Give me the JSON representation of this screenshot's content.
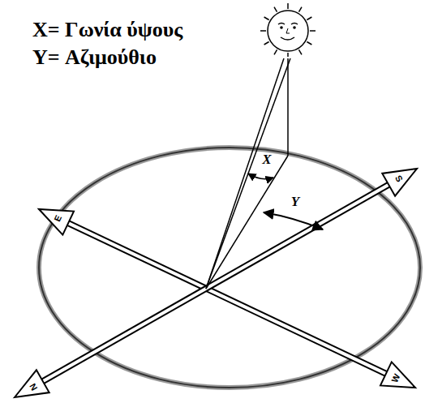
{
  "diagram": {
    "labels": [
      "X= Γωνία ύψους",
      "Y= Αζιμούθιο",
      "X",
      "Y",
      "E",
      "S",
      "N",
      "W"
    ]
  }
}
